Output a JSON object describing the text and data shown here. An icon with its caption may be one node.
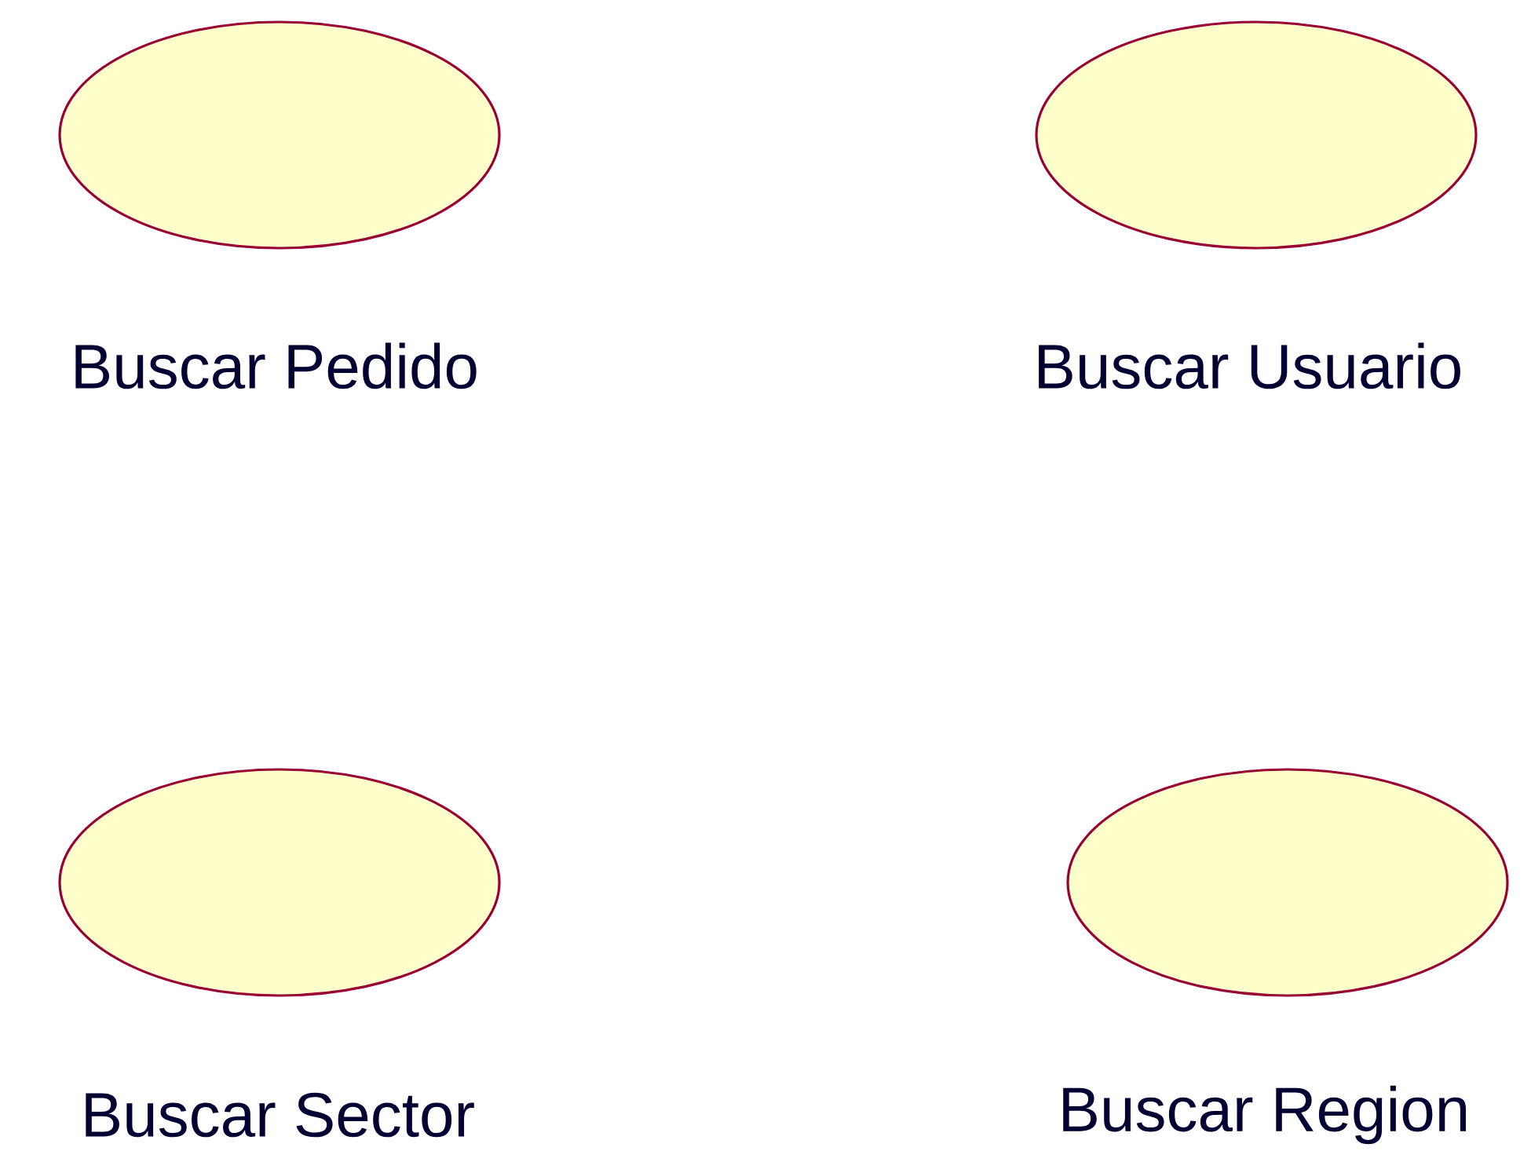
{
  "diagram": {
    "nodes": [
      {
        "text": [
          "Buscar Pedido"
        ]
      },
      {
        "text": [
          "Buscar Usuario"
        ]
      },
      {
        "text": [
          "Buscar Sector"
        ]
      },
      {
        "text": [
          "Buscar Region"
        ]
      }
    ]
  }
}
